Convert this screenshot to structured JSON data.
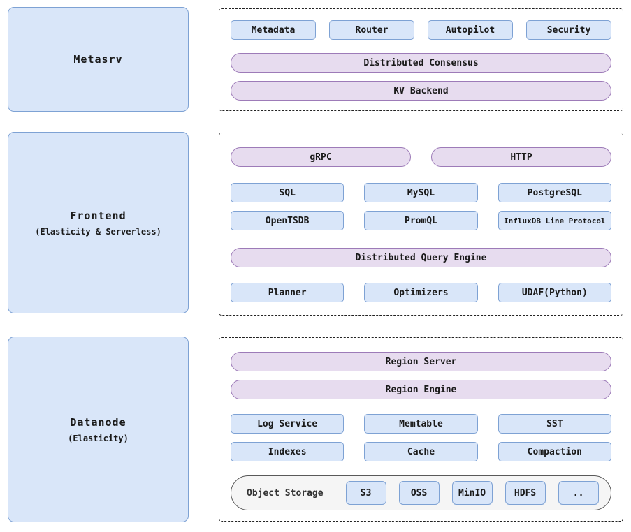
{
  "left_blocks": {
    "metasrv": {
      "title": "Metasrv",
      "subtitle": ""
    },
    "frontend": {
      "title": "Frontend",
      "subtitle": "(Elasticity &amp; Serverless)",
      "subtitle_plain": "(Elasticity & Serverless)"
    },
    "datanode": {
      "title": "Datanode",
      "subtitle": "(Elasticity)"
    }
  },
  "metasrv_panel": {
    "services": [
      "Metadata",
      "Router",
      "Autopilot",
      "Security"
    ],
    "consensus_label": "Distributed Consensus",
    "kv_backend_label": "KV Backend"
  },
  "frontend_panel": {
    "grpc_label": "gRPC",
    "http_label": "HTTP",
    "protocols_row1": [
      "SQL",
      "MySQL",
      "PostgreSQL"
    ],
    "protocols_row2": [
      "OpenTSDB",
      "PromQL",
      "InfluxDB Line Protocol"
    ],
    "query_engine_label": "Distributed Query Engine",
    "components": [
      "Planner",
      "Optimizers",
      "UDAF(Python)"
    ]
  },
  "datanode_panel": {
    "region_server_label": "Region Server",
    "region_engine_label": "Region Engine",
    "components_row1": [
      "Log Service",
      "Memtable",
      "SST"
    ],
    "components_row2": [
      "Indexes",
      "Cache",
      "Compaction"
    ],
    "object_storage": {
      "label": "Object Storage",
      "backends": [
        "S3",
        "OSS",
        "MinIO",
        "HDFS",
        ".."
      ]
    }
  },
  "colors": {
    "blue_fill": "#d9e6f9",
    "blue_border": "#7ea2d4",
    "purple_fill": "#e7dcef",
    "purple_border": "#9d7bb8",
    "storage_fill": "#f5f5f5",
    "storage_border": "#595959",
    "dashed_border": "#222222",
    "text": "#1a1a1a"
  }
}
